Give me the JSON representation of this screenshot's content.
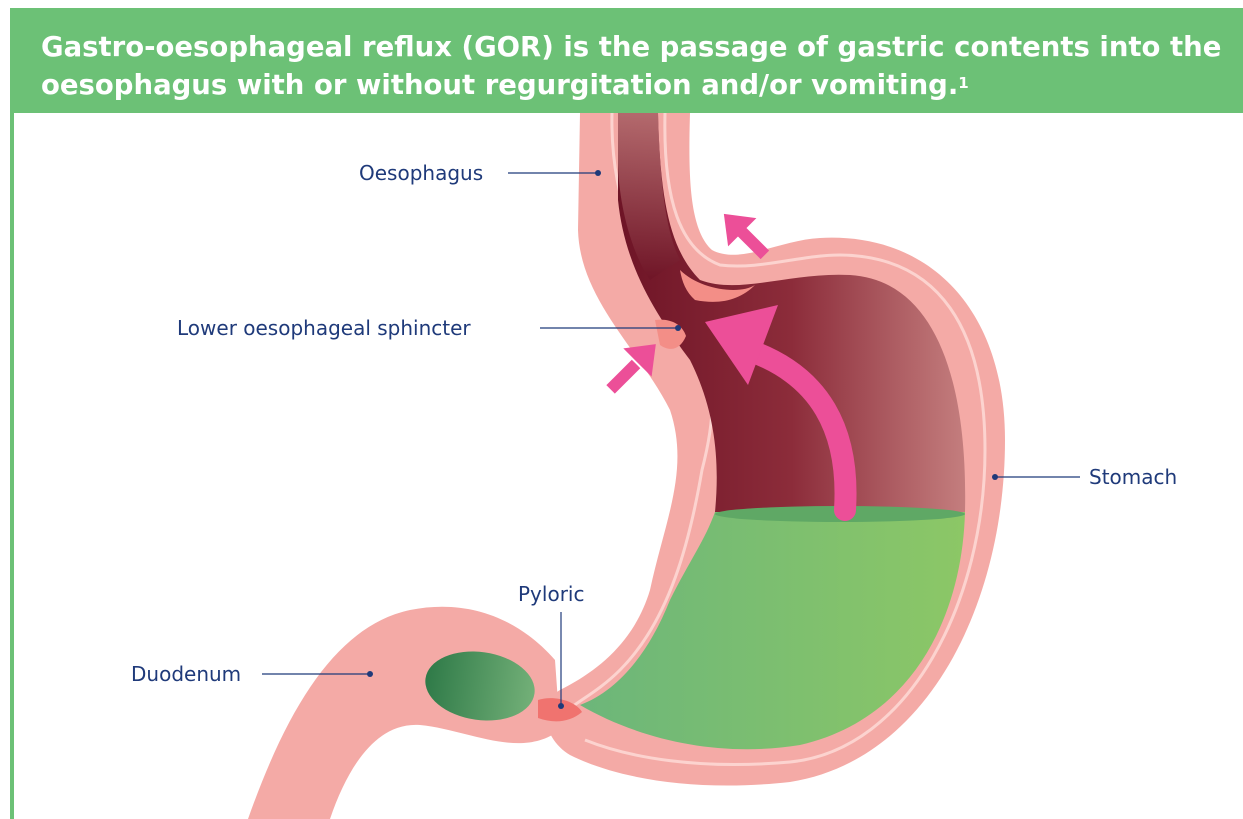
{
  "header": {
    "line1": "Gastro-oesophageal reflux (GOR) is the passage of gastric contents into the",
    "line2": "oesophagus with or without regurgitation and/or vomiting.",
    "footnote_ref": "1"
  },
  "labels": {
    "oesophagus": "Oesophagus",
    "sphincter": "Lower oesophageal sphincter",
    "stomach": "Stomach",
    "pyloric": "Pyloric",
    "duodenum": "Duodenum"
  },
  "colors": {
    "banner_green": "#6cc176",
    "wall_pink": "#f4aaa6",
    "wall_highlight": "#fcd3cf",
    "lumen_dark": "#7a1d2c",
    "lumen_light": "#c2787a",
    "contents_green": "#8cc766",
    "arrow_pink": "#ec4f98",
    "label_navy": "#1f3a7a"
  }
}
